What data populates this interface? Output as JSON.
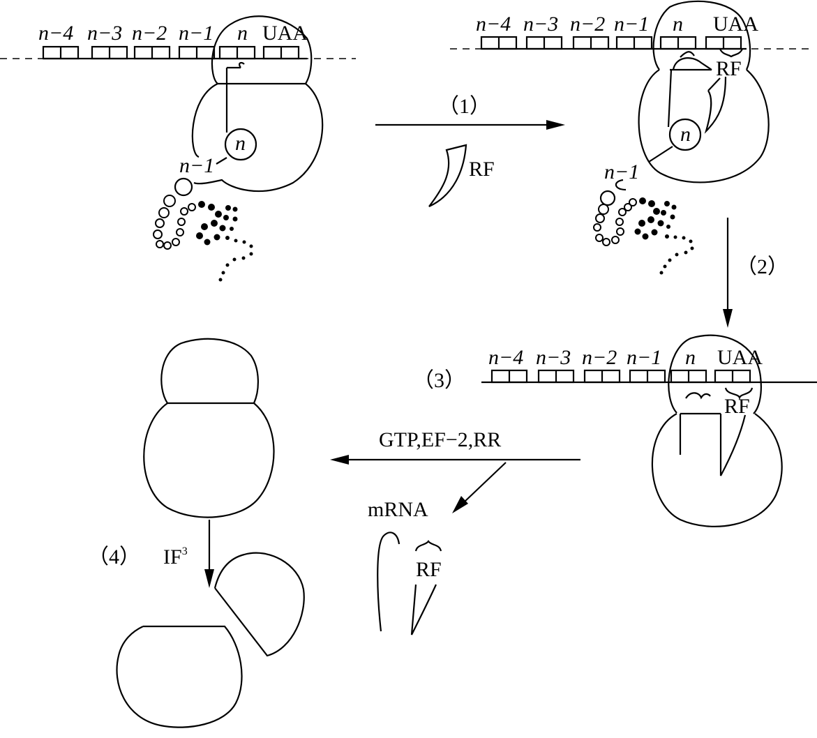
{
  "codons": {
    "n_minus_4": "n−4",
    "n_minus_3": "n−3",
    "n_minus_2": "n−2",
    "n_minus_1": "n−1",
    "n": "n",
    "stop": "UAA"
  },
  "release_factor": "RF",
  "aa_n": "n",
  "aa_n_minus_1": "n−1",
  "steps": {
    "step1": "（1）",
    "step2": "（2）",
    "step3": "（3）",
    "step4": "（4）"
  },
  "step3_factors": "GTP,EF−2,RR",
  "released_mrna": "mRNA",
  "if3": {
    "base": "IF",
    "sup": "3"
  }
}
